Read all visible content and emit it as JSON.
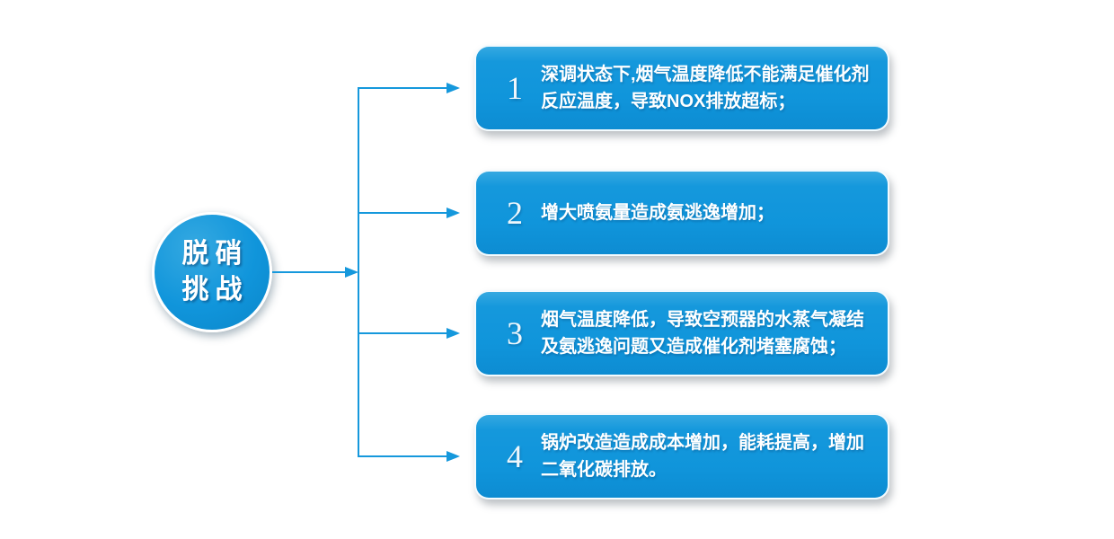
{
  "diagram": {
    "root": {
      "label": "脱硝\n挑战"
    },
    "items": [
      {
        "number": "1",
        "text": "深调状态下,烟气温度降低不能满足催化剂\n反应温度，导致NOX排放超标；"
      },
      {
        "number": "2",
        "text": "增大喷氨量造成氨逃逸增加；"
      },
      {
        "number": "3",
        "text": "烟气温度降低，导致空预器的水蒸气凝结\n及氨逃逸问题又造成催化剂堵塞腐蚀；"
      },
      {
        "number": "4",
        "text": "锅炉改造造成成本增加，能耗提高，增加\n二氧化碳排放。"
      }
    ],
    "colors": {
      "accent": "#1095DB",
      "accent-light": "#35A9E1",
      "accent-deep": "#0C86C9",
      "arrow": "#1598DC",
      "text": "#FFFFFF",
      "background": "#FFFFFF"
    }
  }
}
